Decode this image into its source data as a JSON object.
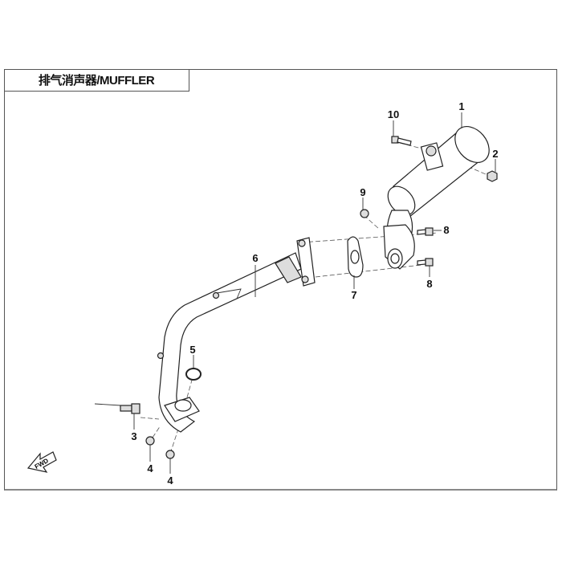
{
  "title": "排气消声器/MUFFLER",
  "callouts": {
    "c1": "1",
    "c2": "2",
    "c3": "3",
    "c4a": "4",
    "c4b": "4",
    "c5": "5",
    "c6": "6",
    "c7": "7",
    "c8a": "8",
    "c8b": "8",
    "c9": "9",
    "c10": "10"
  },
  "fwd_label": "FWD"
}
